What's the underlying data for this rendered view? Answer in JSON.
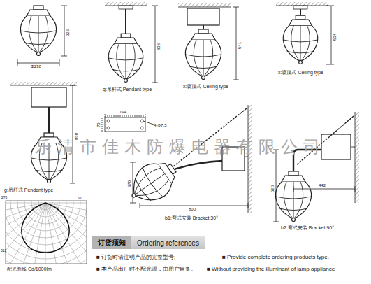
{
  "diagram": {
    "nodes": [
      {
        "text": [
          "订货须知",
          "Ordering references"
        ]
      }
    ],
    "labels": [
      "326",
      "Φ238",
      "g:吊杆式 Pendant type",
      "806",
      "x:吸顶式 Ceiling type",
      "541",
      "x:吸顶式 Ceiling type",
      "504",
      "860",
      "g:吊杆式 Pendant type",
      "194",
      "70",
      "4-Φ7.5",
      "370",
      "800",
      "b1:弯式安装 Bracket 30°",
      "442",
      "528",
      "b2:弯式安装 Bracket 90°",
      "270",
      "90",
      "312",
      "配光曲线 Cd/1000lm",
      "■ 订货时请注明产品的完整型号;",
      "■ Provide complete ordering products type.",
      "■ 本产品出厂时不配光源，由用户自备。",
      "■ Without providing the illuminant of lamp appliance",
      "乐清市佳木防爆电器有限公司"
    ]
  }
}
